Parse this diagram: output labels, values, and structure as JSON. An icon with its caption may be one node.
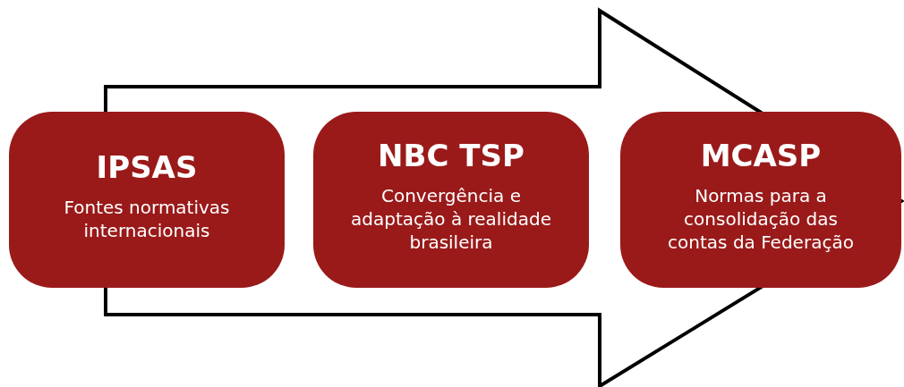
{
  "diagram": {
    "nodes": [
      {
        "text": [
          "IPSAS",
          "Fontes normativas internacionais"
        ]
      },
      {
        "text": [
          "NBC TSP",
          "Convergência e adaptação à realidade brasileira"
        ]
      },
      {
        "text": [
          "MCASP",
          "Normas para a consolidação das contas da Federação"
        ]
      }
    ],
    "edges": [
      {
        "from": 0,
        "to": 2,
        "arrow": "to"
      }
    ]
  }
}
